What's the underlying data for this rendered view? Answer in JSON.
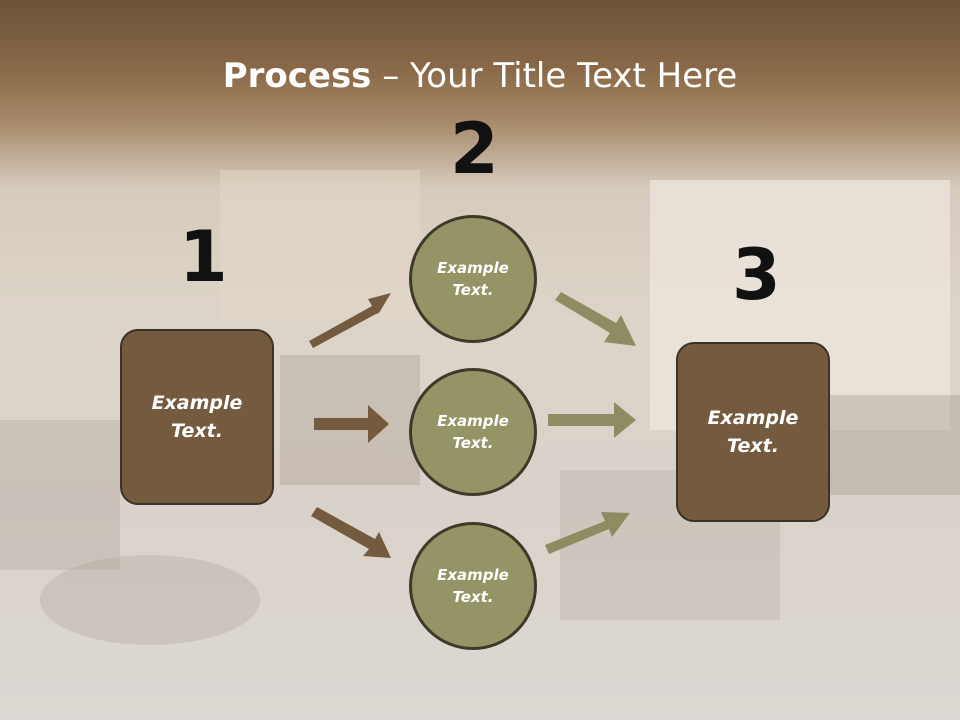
{
  "slide": {
    "title_bold": "Process",
    "title_rest": " – Your Title Text Here"
  },
  "steps": {
    "step1": {
      "number": "1",
      "text": "Example\nText."
    },
    "step2": {
      "number": "2"
    },
    "step3": {
      "number": "3",
      "text": "Example\nText."
    }
  },
  "circles": [
    {
      "text": "Example\nText."
    },
    {
      "text": "Example\nText."
    },
    {
      "text": "Example\nText."
    }
  ],
  "colors": {
    "box_fill": "#745b40",
    "circle_fill": "#959466",
    "brown_arrow": "#745b40",
    "olive_arrow": "#8e8c62"
  }
}
